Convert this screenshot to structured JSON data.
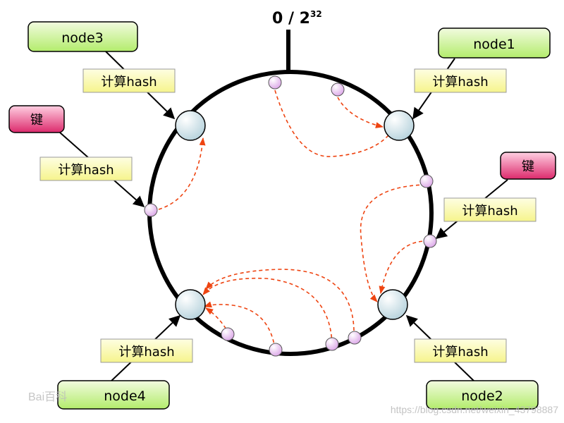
{
  "diagram": {
    "top_label": {
      "base": "0 / 2",
      "exp": "32"
    },
    "nodes": [
      {
        "id": "node1",
        "label": "node1"
      },
      {
        "id": "node2",
        "label": "node2"
      },
      {
        "id": "node3",
        "label": "node3"
      },
      {
        "id": "node4",
        "label": "node4"
      }
    ],
    "hash_label": "计算hash",
    "key_label": "键",
    "colors": {
      "ring": "#000000",
      "node_fill": "#dfeef2",
      "key_point_fill": "#e3b4ec",
      "arrow_red": "#ee4411",
      "node_box": "#d4f49a",
      "hash_box": "#fcfcb2",
      "key_box": "#e6447c"
    },
    "watermark": {
      "left": "Bai百科",
      "right": "https://blog.csdn.net/weixin_43798887"
    }
  }
}
